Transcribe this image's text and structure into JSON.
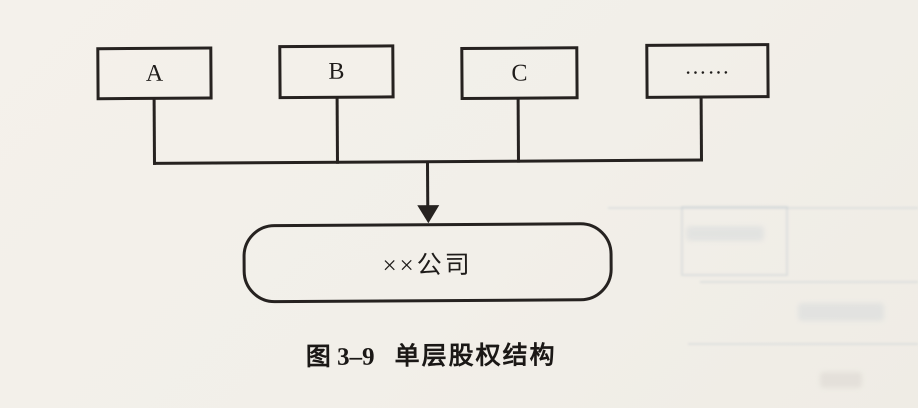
{
  "figure": {
    "shareholders": [
      {
        "label": "A"
      },
      {
        "label": "B"
      },
      {
        "label": "C"
      },
      {
        "label": "……"
      }
    ],
    "company_label": "××公司",
    "caption": {
      "prefix": "图 3–9",
      "title": "单层股权结构"
    }
  },
  "colors": {
    "paper_background": "#f2efe9",
    "line": "#262220",
    "text": "#1f1c1a",
    "bleed_through": "#b9c4cc"
  }
}
